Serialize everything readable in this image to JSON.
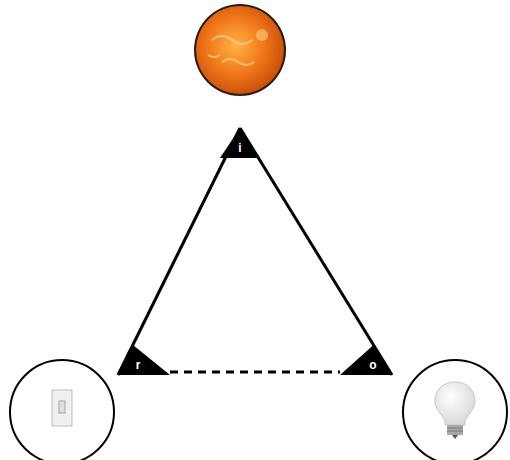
{
  "diagram": {
    "nodes": [
      {
        "text": [
          "i"
        ]
      },
      {
        "text": [
          "r"
        ]
      },
      {
        "text": [
          "o"
        ]
      }
    ],
    "edges": [
      {
        "from": 0,
        "to": 1,
        "arrow": "none"
      },
      {
        "from": 0,
        "to": 2,
        "arrow": "none"
      },
      {
        "from": 1,
        "to": 2,
        "arrow": "none"
      }
    ]
  }
}
